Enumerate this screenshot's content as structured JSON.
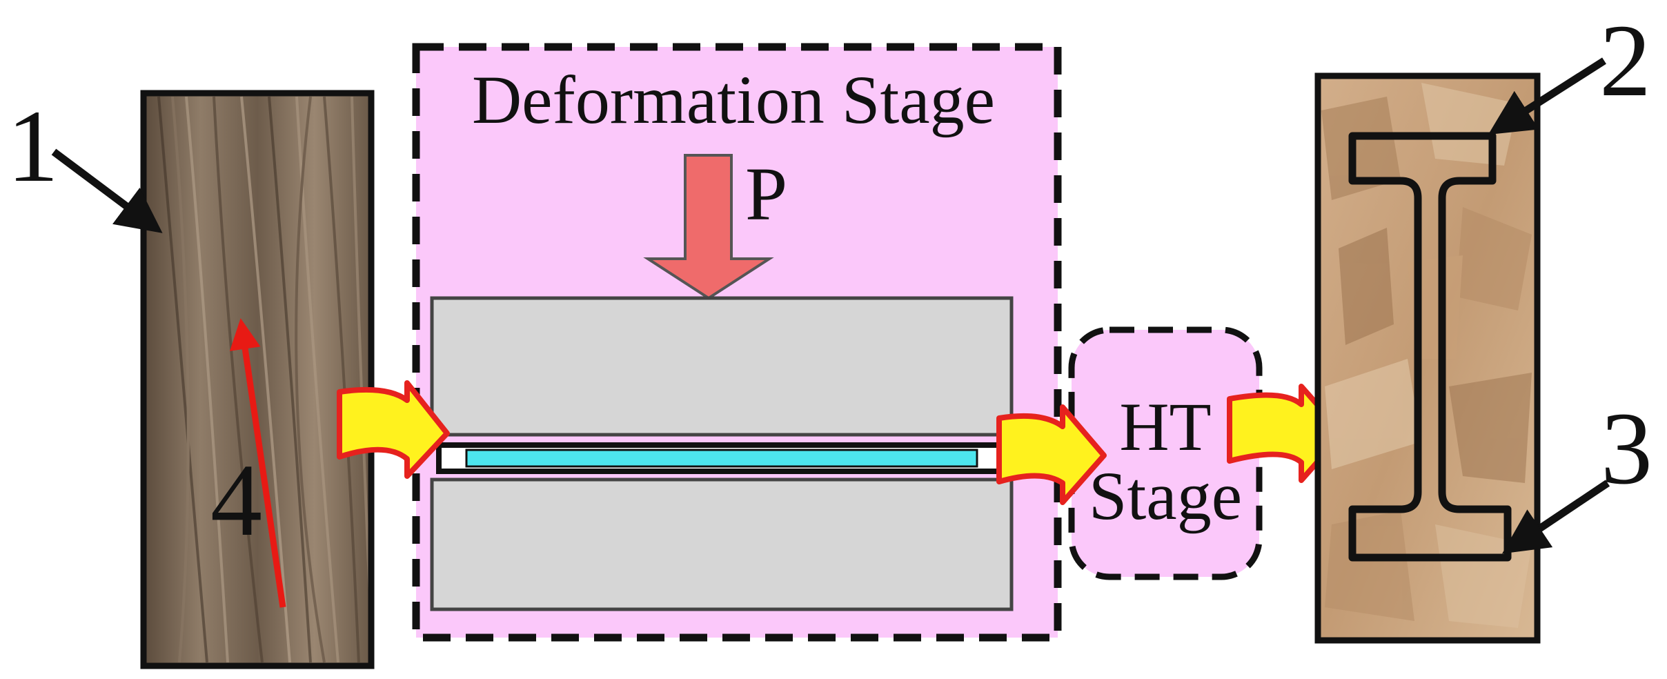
{
  "labels": {
    "num_1": "1",
    "num_2": "2",
    "num_3": "3",
    "num_4": "4",
    "deformation_stage": "Deformation Stage",
    "force": "P",
    "ht_line1": "HT",
    "ht_line2": "Stage"
  },
  "colors": {
    "stage_fill": "#fbc8fa",
    "press_plate": "#d6d6d6",
    "panel_core": "#4de6ee",
    "force_arrow": "#ef6b6b",
    "flow_arrow": "#fff21e",
    "flow_arrow_edge": "#e6221e",
    "grain_arrow": "#e81a14",
    "log_wood": "#8a7663",
    "osb_wood": "#c9a481"
  },
  "icons": [
    "solid-wood-block",
    "press-force-arrow",
    "flow-arrow",
    "i-joist-profile"
  ]
}
